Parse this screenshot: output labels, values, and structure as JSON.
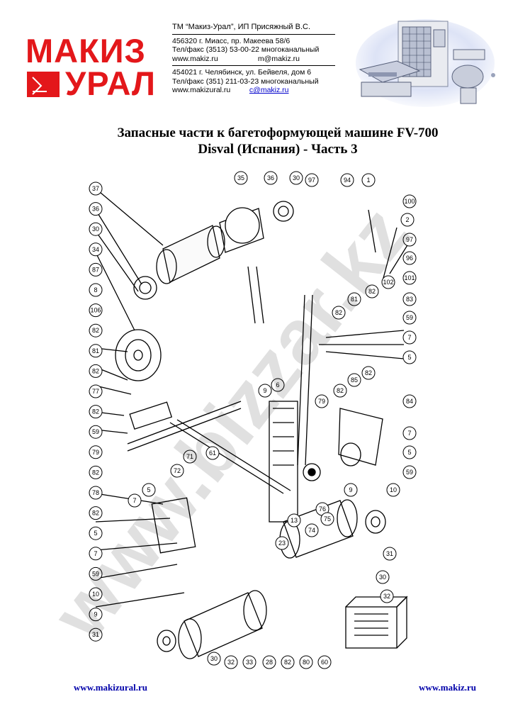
{
  "header": {
    "logo": {
      "word1": "МАКИЗ",
      "word2": "УРАЛ"
    },
    "tm_line": "ТМ “Макиз-Урал”,    ИП Присяжный В.С.",
    "miass": {
      "address": "456320 г. Миасс, пр. Макеева 58/6",
      "phone": "Тел/факс (3513) 53-00-22 многоканальный",
      "site": "www.makiz.ru",
      "email": "m@makiz.ru"
    },
    "chelyabinsk": {
      "address": "454021 г. Челябинск, ул. Бейвеля, дом 6",
      "phone": "Тел/факс (351) 211-03-23 многоканальный",
      "site": "www.makizural.ru",
      "email": "c@makiz.ru"
    }
  },
  "title": {
    "line1": "Запасные части к багетоформующей машине FV-700",
    "line2": "Disval (Испания) - Часть 3"
  },
  "watermarks": {
    "diagonal": "www.bizzar.kz"
  },
  "diagram": {
    "left_labels": [
      "37",
      "36",
      "30",
      "34",
      "87",
      "8",
      "106",
      "82",
      "81",
      "82",
      "77",
      "82",
      "59",
      "79",
      "82",
      "78",
      "82",
      "5",
      "7",
      "59",
      "10",
      "9",
      "31"
    ],
    "top_labels": [
      "35",
      "36",
      "30",
      "97",
      "94",
      "1",
      "100",
      "2",
      "97",
      "96",
      "101",
      "82",
      "102",
      "81",
      "82",
      "83",
      "59",
      "7",
      "5"
    ],
    "mid_labels": [
      "9",
      "6",
      "79",
      "82",
      "85",
      "82",
      "84",
      "7",
      "5",
      "59",
      "10",
      "9",
      "76",
      "74",
      "75",
      "13",
      "23",
      "71",
      "61",
      "72",
      "5",
      "7"
    ],
    "bottom_labels": [
      "30",
      "32",
      "33",
      "28",
      "82",
      "80",
      "60",
      "31",
      "30",
      "32"
    ]
  },
  "footer": {
    "left": "www.makizural.ru",
    "right": "www.makiz.ru"
  },
  "colors": {
    "brand_red": "#e3171a",
    "link_blue": "#0000aa",
    "watermark": "#e3e3e3"
  }
}
